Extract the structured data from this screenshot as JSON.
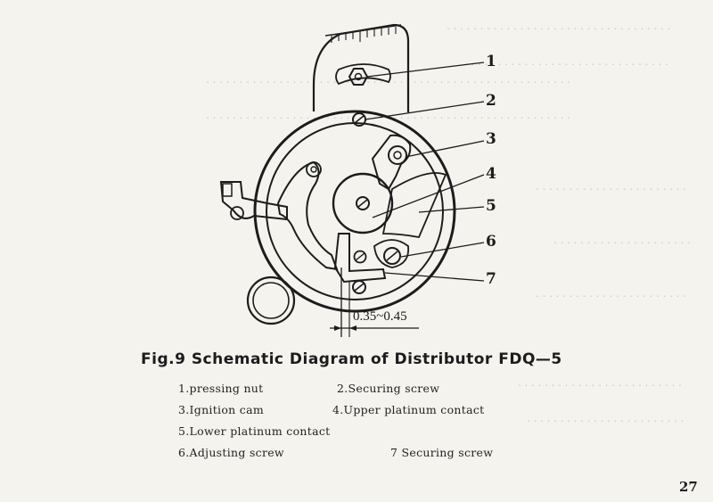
{
  "figure": {
    "caption": "Fig.9 Schematic Diagram of Distributor FDQ—5",
    "dimension_label": "0.35~0.45"
  },
  "callouts": [
    "1",
    "2",
    "3",
    "4",
    "5",
    "6",
    "7"
  ],
  "legend": [
    "1.pressing nut",
    "2.Securing screw",
    "3.Ignition cam",
    "4.Upper platinum contact",
    "5.Lower platinum contact",
    "6.Adjusting screw",
    "7 Securing screw"
  ],
  "page_number": "27"
}
